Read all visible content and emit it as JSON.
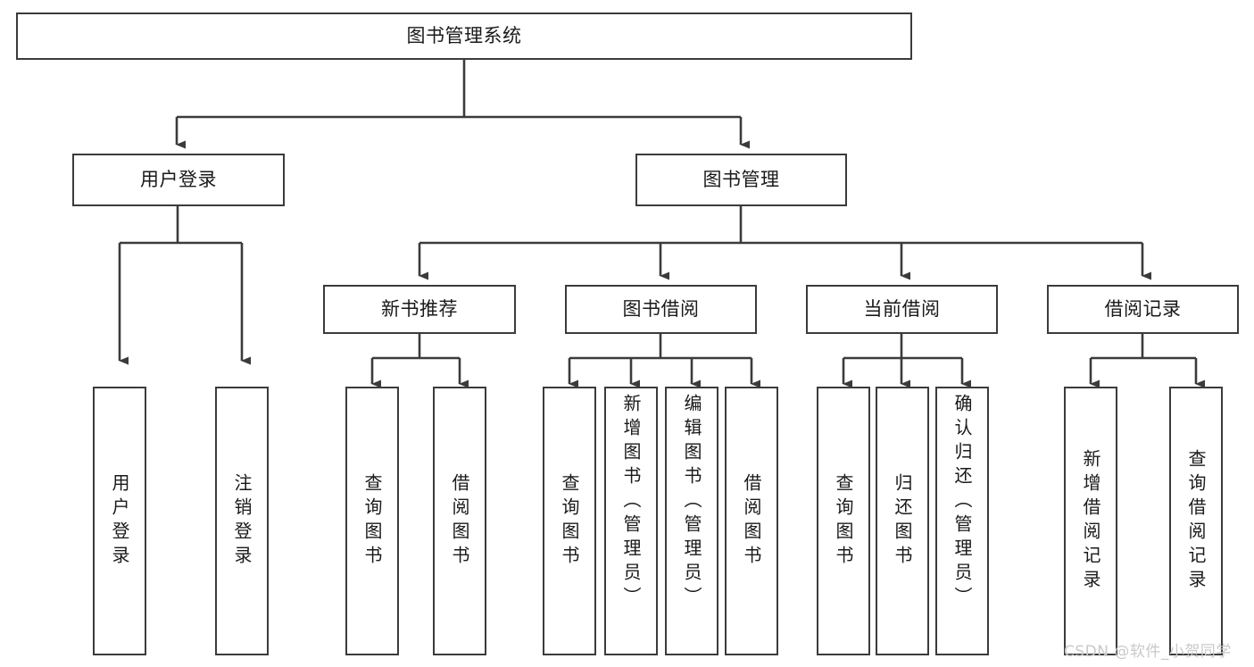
{
  "diagram": {
    "title": "图书管理系统",
    "type": "tree-hierarchy",
    "background": "#ffffff",
    "line_color": "#3b3b3b",
    "box_border_color": "#3b3b3b",
    "text_color": "#1a1a1a"
  },
  "root": {
    "label": "图书管理系统"
  },
  "level2": [
    {
      "label": "用户登录"
    },
    {
      "label": "图书管理"
    }
  ],
  "level3": [
    {
      "label": "新书推荐"
    },
    {
      "label": "图书借阅"
    },
    {
      "label": "当前借阅"
    },
    {
      "label": "借阅记录"
    }
  ],
  "leaves": {
    "user_login": [
      {
        "label": "用户登录"
      },
      {
        "label": "注销登录"
      }
    ],
    "new_book_recommend": [
      {
        "label": "查询图书"
      },
      {
        "label": "借阅图书"
      }
    ],
    "book_borrow": [
      {
        "label": "查询图书"
      },
      {
        "label": "新增图书（管理员）"
      },
      {
        "label": "编辑图书（管理员）"
      },
      {
        "label": "借阅图书"
      }
    ],
    "current_borrow": [
      {
        "label": "查询图书"
      },
      {
        "label": "归还图书"
      },
      {
        "label": "确认归还（管理员）"
      }
    ],
    "borrow_records": [
      {
        "label": "新增借阅记录"
      },
      {
        "label": "查询借阅记录"
      }
    ]
  },
  "watermark": {
    "text": "CSDN @软件_小贺同学"
  }
}
